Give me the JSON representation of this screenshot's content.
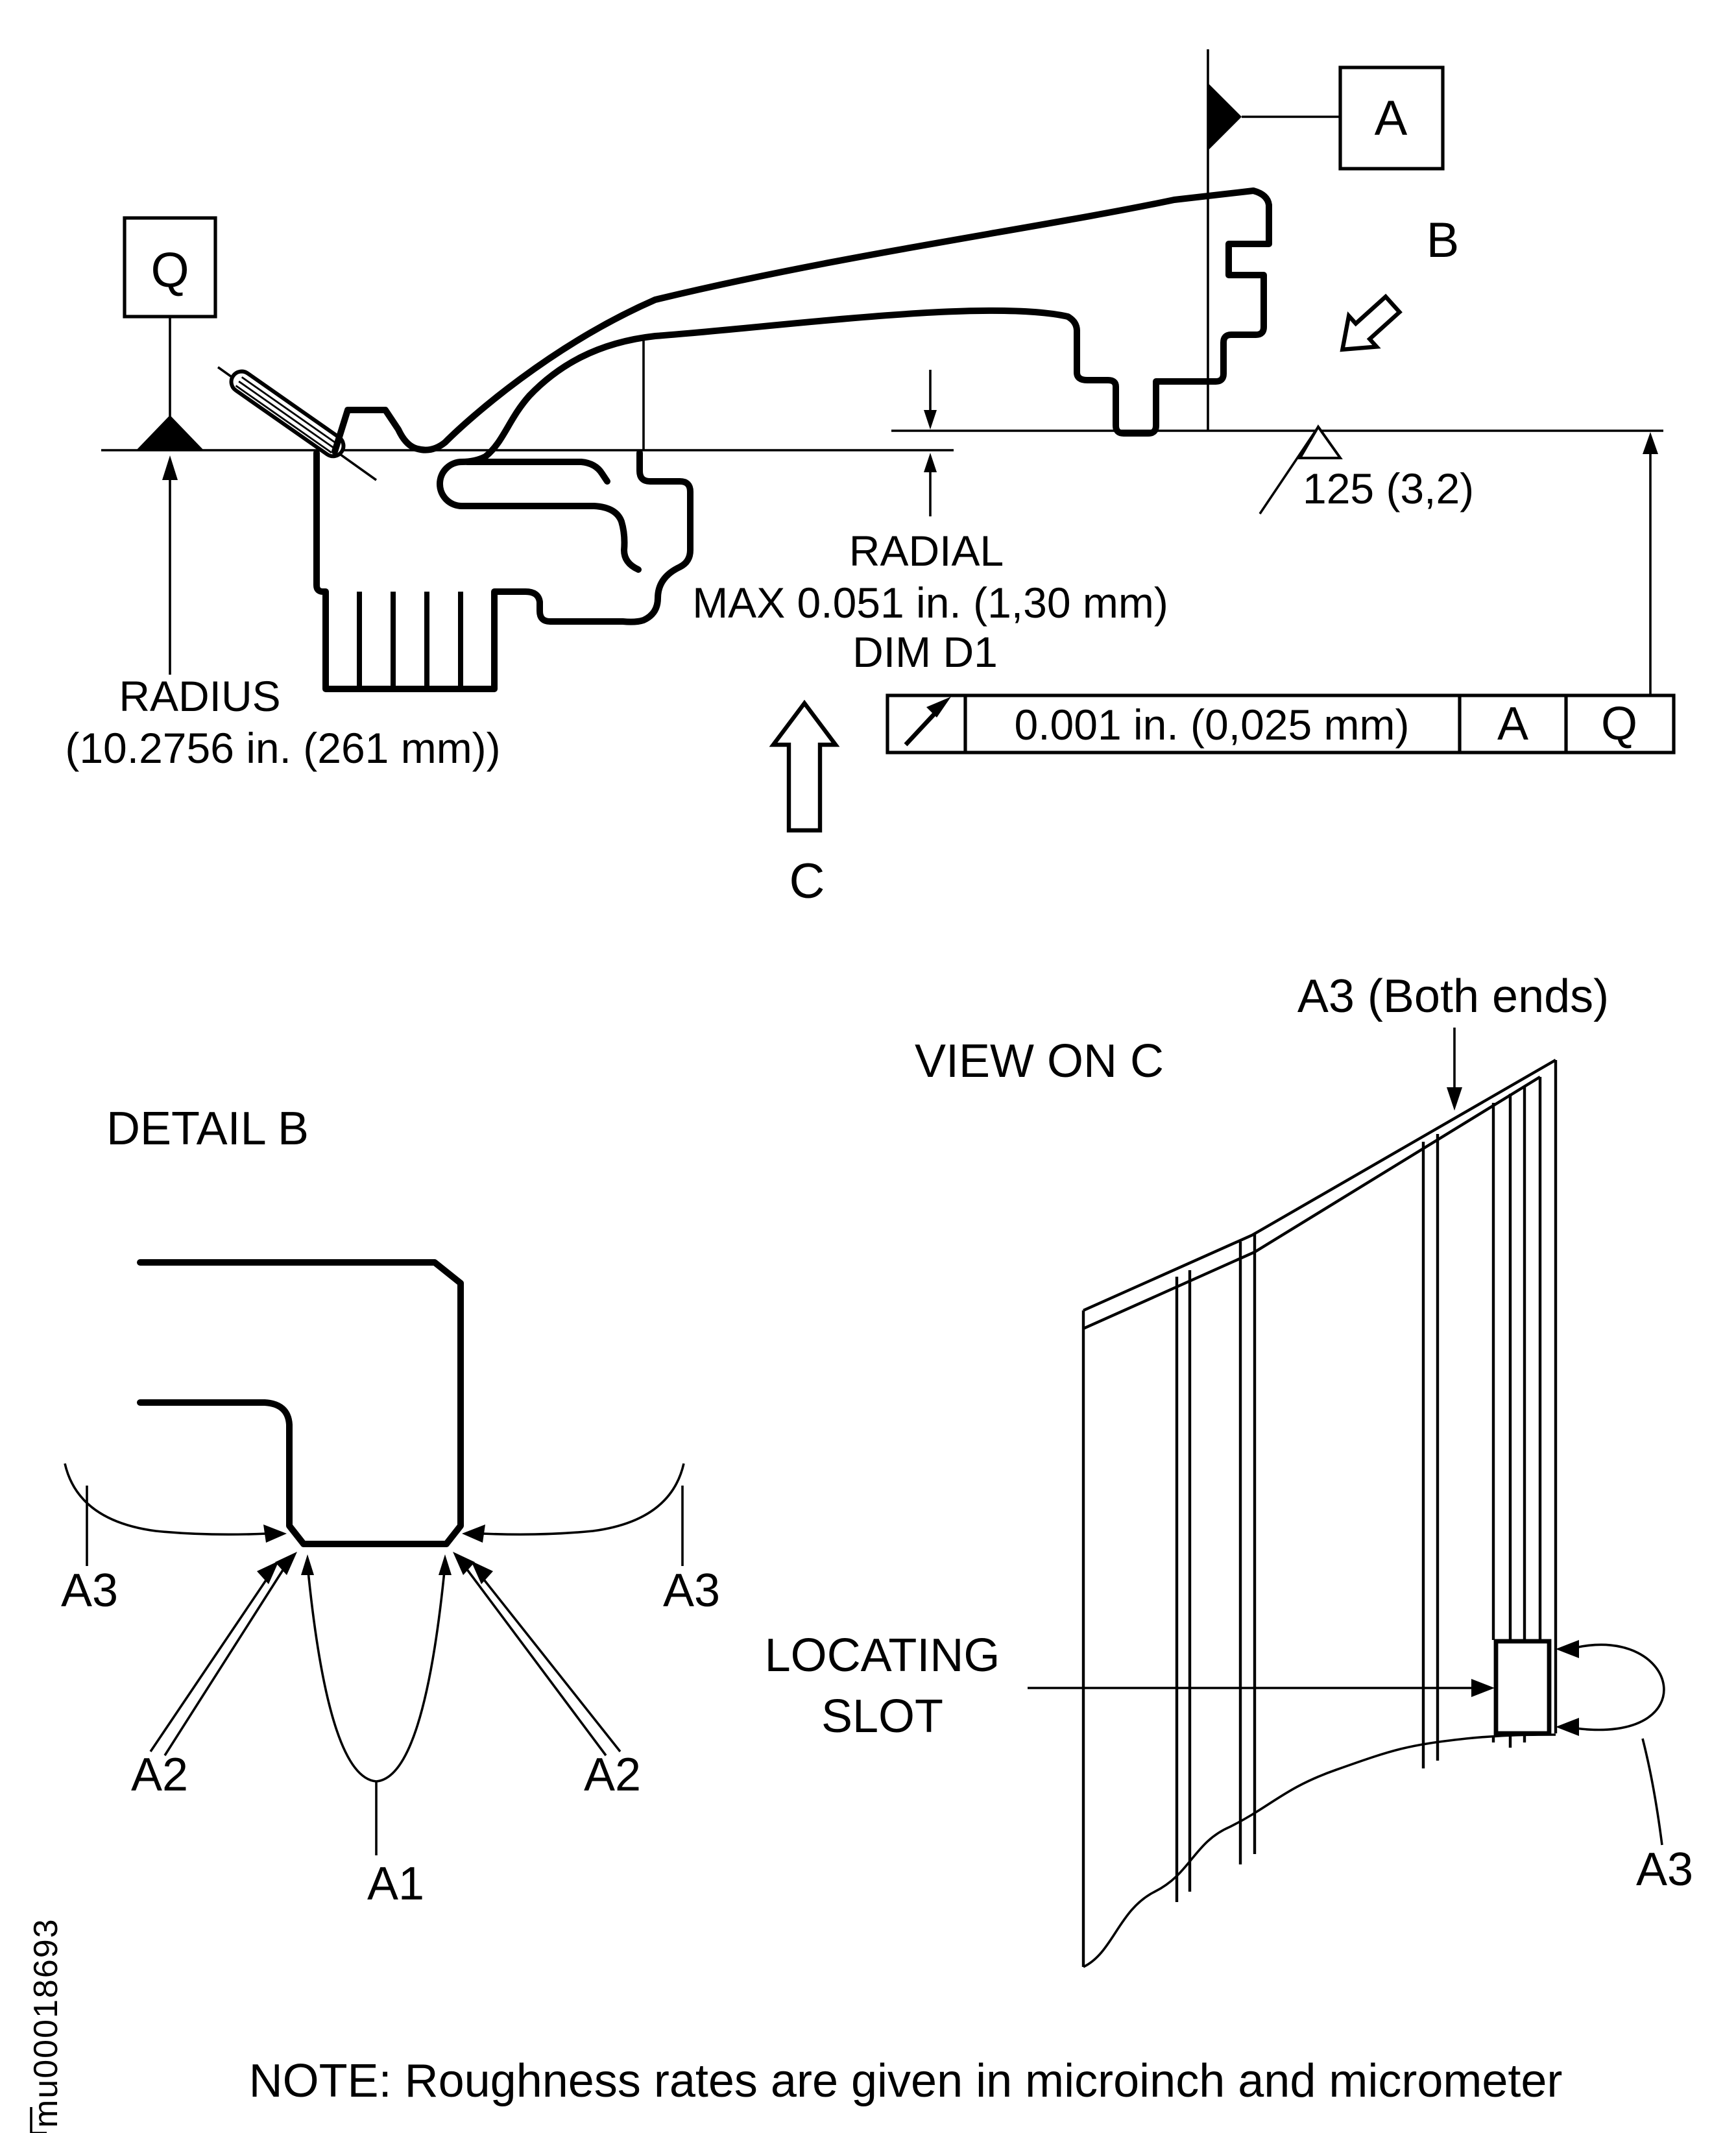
{
  "main_view": {
    "datum_q": "Q",
    "datum_a": "A",
    "radius_label": "RADIUS",
    "radius_value": "(10.2756 in. (261 mm))",
    "radial_label": "RADIAL",
    "radial_max": "MAX 0.051 in. (1,30 mm)",
    "radial_dim": "DIM D1",
    "surface_finish": "125 (3,2)",
    "direction_b": "B",
    "direction_c": "C",
    "feature_control_frame": {
      "symbol": "circular-runout",
      "tolerance": "0.001 in. (0,025 mm)",
      "datum_primary": "A",
      "datum_secondary": "Q"
    }
  },
  "detail_b": {
    "title": "DETAIL B",
    "a3_left": "A3",
    "a3_right": "A3",
    "a2_left": "A2",
    "a2_right": "A2",
    "a1": "A1"
  },
  "view_c": {
    "title": "VIEW ON C",
    "a3_both_ends": "A3 (Both ends)",
    "locating_line1": "LOCATING",
    "locating_line2": "SLOT",
    "a3": "A3"
  },
  "note": "NOTE: Roughness rates are given in microinch and micrometer",
  "watermark": "mu00018693",
  "colors": {
    "ink": "#000000",
    "paper": "#ffffff"
  }
}
